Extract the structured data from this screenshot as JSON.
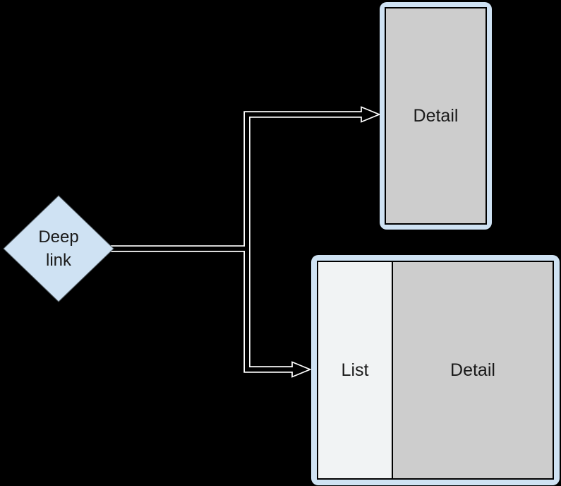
{
  "diagram": {
    "deep_link_node": {
      "label": "Deep link"
    },
    "detail_screen": {
      "label": "Detail"
    },
    "list_detail_screen": {
      "list_label": "List",
      "detail_label": "Detail"
    }
  },
  "colors": {
    "background": "#000000",
    "node_blue": "#cfe2f3",
    "pane_light": "#f1f3f4",
    "pane_gray": "#cdcdcd",
    "outline_dark": "#000000",
    "arrow_casing": "#ffffff",
    "arrow_inner": "#000000",
    "text": "#1a1a1a"
  }
}
